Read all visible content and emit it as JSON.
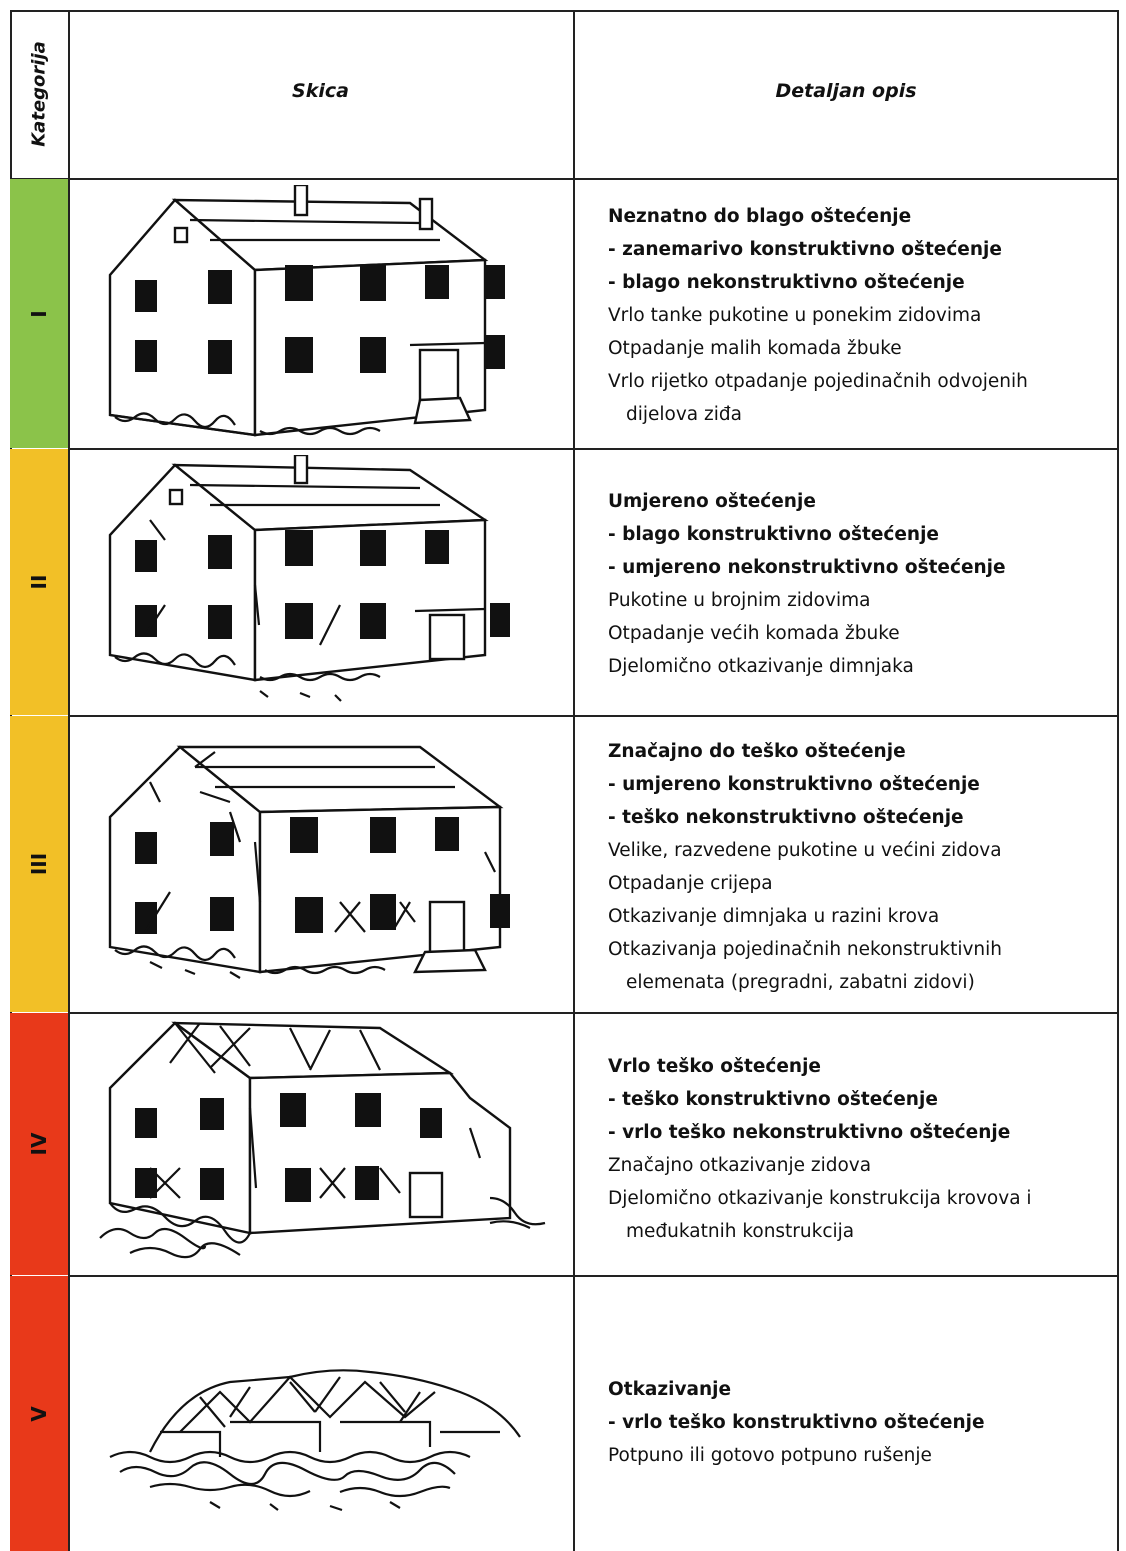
{
  "header": {
    "col_category": "Kategorija",
    "col_sketch": "Skica",
    "col_description": "Detaljan opis"
  },
  "colors": {
    "green": "#8bc34a",
    "yellow": "#f2c027",
    "red": "#e8391a",
    "border": "#222222"
  },
  "rows": [
    {
      "category": "I",
      "color": "#8bc34a",
      "sketch_icon": "intact-building-icon",
      "lines": [
        {
          "text": "Neznatno do blago oštećenje",
          "bold": true
        },
        {
          "text": "- zanemarivo konstruktivno oštećenje",
          "bold": true
        },
        {
          "text": "- blago nekonstruktivno oštećenje",
          "bold": true
        },
        {
          "text": "Vrlo tanke pukotine u ponekim zidovima",
          "bold": false
        },
        {
          "text": "Otpadanje malih komada žbuke",
          "bold": false
        },
        {
          "text": "Vrlo rijetko otpadanje pojedinačnih odvojenih",
          "bold": false
        },
        {
          "text": "dijelova ziđa",
          "bold": false,
          "indent": true
        }
      ]
    },
    {
      "category": "II",
      "color": "#f2c027",
      "sketch_icon": "cracked-building-icon",
      "lines": [
        {
          "text": "Umjereno oštećenje",
          "bold": true
        },
        {
          "text": "- blago konstruktivno oštećenje",
          "bold": true
        },
        {
          "text": "- umjereno nekonstruktivno oštećenje",
          "bold": true
        },
        {
          "text": "Pukotine u brojnim zidovima",
          "bold": false
        },
        {
          "text": "Otpadanje većih komada žbuke",
          "bold": false
        },
        {
          "text": "Djelomično otkazivanje dimnjaka",
          "bold": false
        }
      ]
    },
    {
      "category": "III",
      "color": "#f2c027",
      "sketch_icon": "heavily-cracked-building-icon",
      "lines": [
        {
          "text": "Značajno do teško oštećenje",
          "bold": true
        },
        {
          "text": "- umjereno konstruktivno oštećenje",
          "bold": true
        },
        {
          "text": "- teško nekonstruktivno oštećenje",
          "bold": true
        },
        {
          "text": "Velike, razvedene pukotine u većini zidova",
          "bold": false
        },
        {
          "text": "Otpadanje crijepa",
          "bold": false
        },
        {
          "text": "Otkazivanje dimnjaka u razini krova",
          "bold": false
        },
        {
          "text": "Otkazivanja pojedinačnih nekonstruktivnih",
          "bold": false
        },
        {
          "text": "elemenata (pregradni, zabatni zidovi)",
          "bold": false,
          "indent": true
        }
      ]
    },
    {
      "category": "IV",
      "color": "#e8391a",
      "sketch_icon": "partially-collapsed-building-icon",
      "lines": [
        {
          "text": "Vrlo teško oštećenje",
          "bold": true
        },
        {
          "text": "- teško konstruktivno oštećenje",
          "bold": true
        },
        {
          "text": "- vrlo teško nekonstruktivno oštećenje",
          "bold": true
        },
        {
          "text": "Značajno otkazivanje zidova",
          "bold": false
        },
        {
          "text": "Djelomično otkazivanje konstrukcija krovova i",
          "bold": false
        },
        {
          "text": "međukatnih konstrukcija",
          "bold": false,
          "indent": true
        }
      ]
    },
    {
      "category": "V",
      "color": "#e8391a",
      "sketch_icon": "collapsed-building-rubble-icon",
      "lines": [
        {
          "text": "Otkazivanje",
          "bold": true
        },
        {
          "text": "- vrlo teško konstruktivno oštećenje",
          "bold": true
        },
        {
          "text": "Potpuno ili gotovo potpuno rušenje",
          "bold": false
        }
      ]
    }
  ]
}
